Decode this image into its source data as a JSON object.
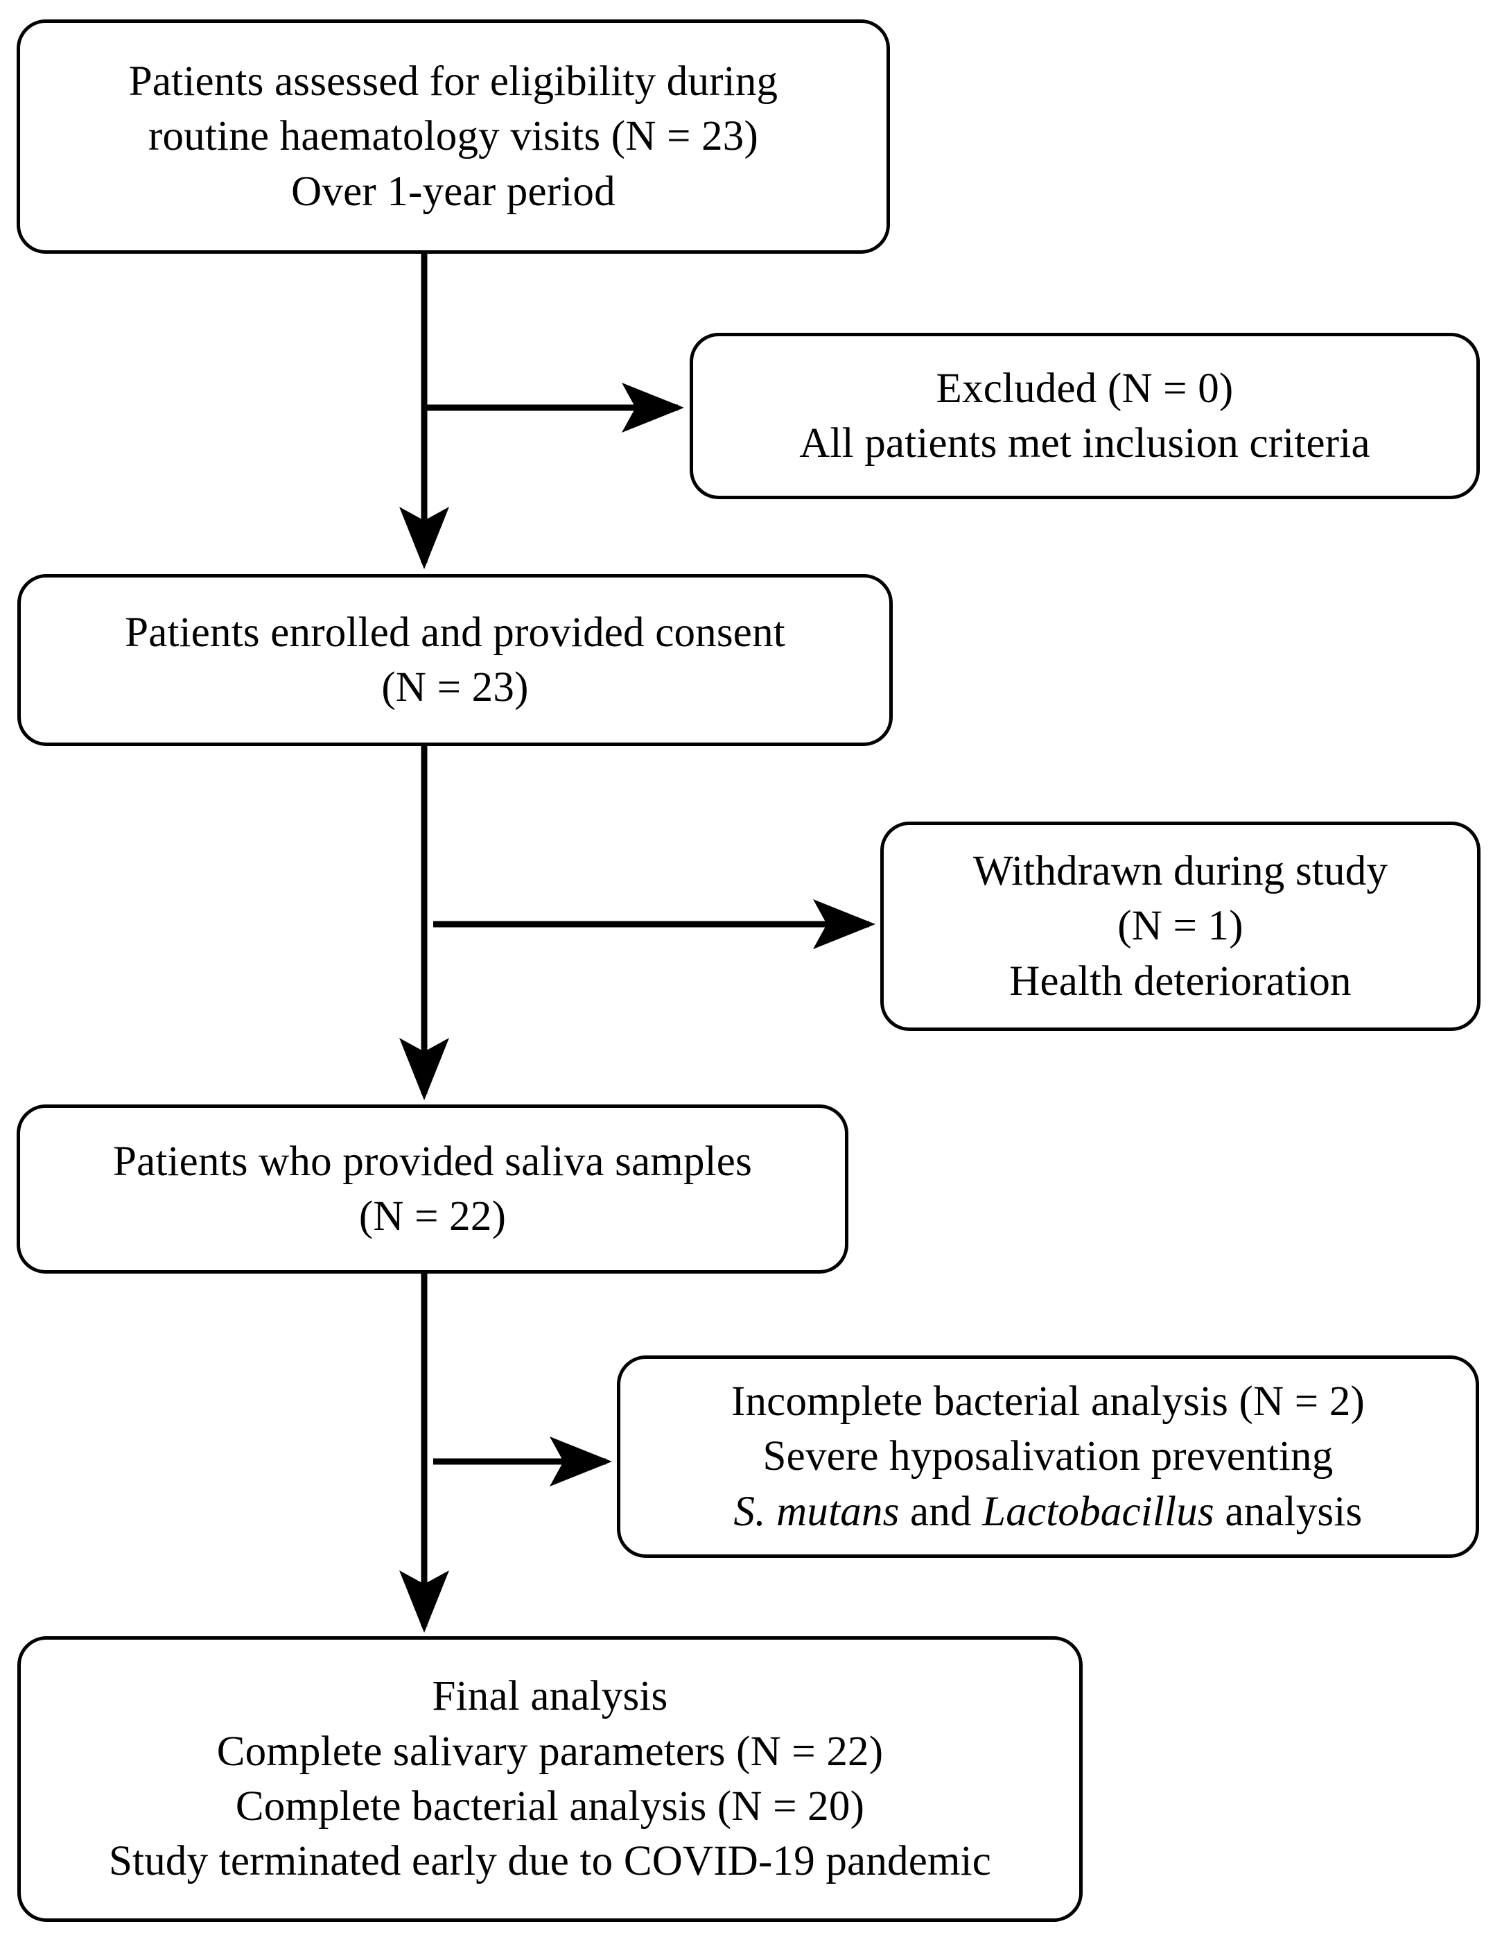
{
  "diagram": {
    "type": "prisma-participant-flow-chart",
    "title": "",
    "line_color": "#000000",
    "background_color": "#ffffff",
    "nodes": [
      {
        "id": "eligibility",
        "name": "assessed-for-eligibility-box",
        "lines": [
          "Patients assessed for eligibility during",
          "routine haematology visits (N = 23)",
          "Over 1-year period"
        ]
      },
      {
        "id": "excluded",
        "name": "excluded-box",
        "lines": [
          "Excluded (N = 0)",
          "All patients met inclusion criteria"
        ]
      },
      {
        "id": "enrolled",
        "name": "enrolled-consent-box",
        "lines": [
          "Patients enrolled and provided consent",
          "(N = 23)"
        ]
      },
      {
        "id": "withdrawn",
        "name": "withdrawn-box",
        "lines": [
          "Withdrawn during study",
          "(N = 1)",
          "Health deterioration"
        ]
      },
      {
        "id": "saliva",
        "name": "saliva-samples-box",
        "lines": [
          "Patients who provided saliva samples",
          "(N = 22)"
        ]
      },
      {
        "id": "incomplete",
        "name": "incomplete-bacterial-analysis-box",
        "lines": [
          "Incomplete bacterial analysis (N = 2)",
          "Severe hyposalivation preventing"
        ],
        "line3_parts": [
          {
            "text": "S. mutans",
            "italic": true
          },
          {
            "text": " and ",
            "italic": false
          },
          {
            "text": "Lactobacillus",
            "italic": true
          },
          {
            "text": " analysis",
            "italic": false
          }
        ]
      },
      {
        "id": "final",
        "name": "final-analysis-box",
        "lines": [
          "Final analysis",
          "Complete salivary parameters (N = 22)",
          "Complete bacterial analysis (N = 20)",
          "Study terminated early due to COVID-19 pandemic"
        ]
      }
    ],
    "counts": {
      "assessed": 23,
      "excluded": 0,
      "enrolled": 23,
      "withdrawn": 1,
      "saliva_samples": 22,
      "incomplete_bacterial": 2,
      "final_salivary_parameters": 22,
      "final_bacterial_analysis": 20
    },
    "edges": [
      {
        "name": "edge-eligibility-to-enrolled",
        "from": "eligibility",
        "to": "enrolled",
        "direction": "down"
      },
      {
        "name": "edge-eligibility-to-excluded",
        "from": "eligibility",
        "to": "excluded",
        "direction": "right"
      },
      {
        "name": "edge-enrolled-to-saliva",
        "from": "enrolled",
        "to": "saliva",
        "direction": "down"
      },
      {
        "name": "edge-enrolled-to-withdrawn",
        "from": "enrolled",
        "to": "withdrawn",
        "direction": "right"
      },
      {
        "name": "edge-saliva-to-final",
        "from": "saliva",
        "to": "final",
        "direction": "down"
      },
      {
        "name": "edge-saliva-to-incomplete",
        "from": "saliva",
        "to": "incomplete",
        "direction": "right"
      }
    ]
  }
}
